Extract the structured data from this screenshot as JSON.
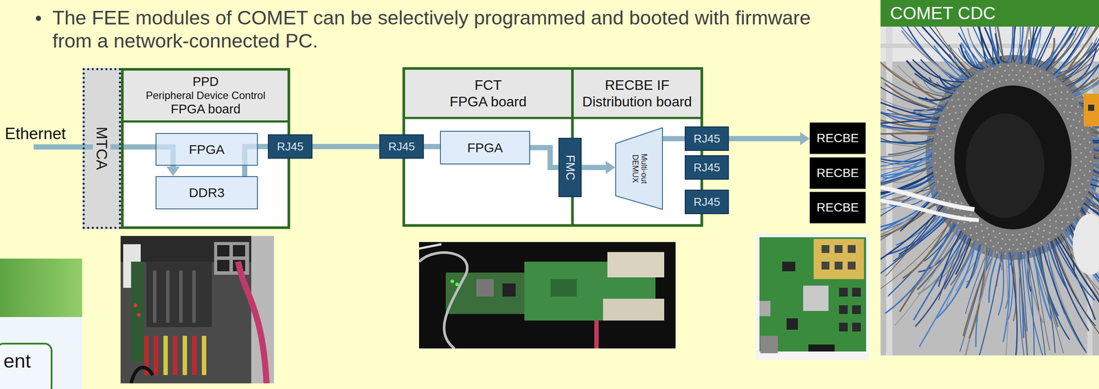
{
  "diagram": {
    "nodes": [
      {
        "text": [
          "MTCA"
        ]
      },
      {
        "text": [
          "PPD",
          "Peripheral Device Control",
          "FPGA board"
        ]
      },
      {
        "text": [
          "FPGA"
        ],
        "in": 1
      },
      {
        "text": [
          "DDR3"
        ],
        "in": 1
      },
      {
        "text": [
          "RJ45"
        ],
        "in": 1
      },
      {
        "text": [
          "FCT",
          "FPGA board"
        ]
      },
      {
        "text": [
          "RJ45"
        ],
        "in": 5
      },
      {
        "text": [
          "FPGA"
        ],
        "in": 5
      },
      {
        "text": [
          "RECBE IF",
          "Distribution board"
        ]
      },
      {
        "text": [
          "FMC"
        ],
        "in": 8
      },
      {
        "text": [
          "Multi-out DEMUX"
        ],
        "in": 8
      },
      {
        "text": [
          "RJ45"
        ],
        "in": 8
      },
      {
        "text": [
          "RJ45"
        ],
        "in": 8
      },
      {
        "text": [
          "RJ45"
        ],
        "in": 8
      },
      {
        "text": [
          "RECBE"
        ]
      },
      {
        "text": [
          "RECBE"
        ]
      },
      {
        "text": [
          "RECBE"
        ]
      },
      {
        "text": [
          "COMET CDC"
        ]
      },
      {
        "text": [
          "ent"
        ]
      }
    ],
    "edges": [
      {
        "from": 2,
        "to": 3,
        "arrow": "to"
      },
      {
        "from": 3,
        "to": 4,
        "arrow": "none"
      },
      {
        "from": 4,
        "to": 6,
        "arrow": "none"
      },
      {
        "from": 6,
        "to": 7,
        "arrow": "none"
      },
      {
        "from": 7,
        "to": 9,
        "arrow": "none"
      },
      {
        "from": 9,
        "to": 10,
        "arrow": "to"
      },
      {
        "from": 10,
        "to": 11,
        "arrow": "none"
      },
      {
        "from": 11,
        "to": 14,
        "arrow": "to"
      }
    ],
    "labels": [
      "The FEE modules of COMET can be selectively programmed and booted with firmware from a network-connected PC.",
      "Ethernet"
    ]
  }
}
